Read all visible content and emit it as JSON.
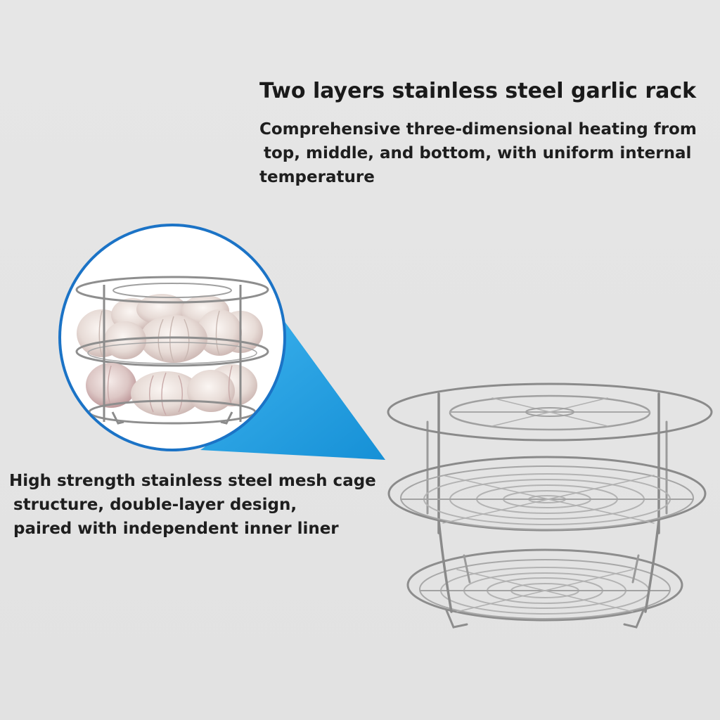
{
  "headline": "Two layers stainless steel garlic rack",
  "top_description": {
    "lines": [
      "Comprehensive three-dimensional heating from",
      "top, middle, and bottom, with uniform internal",
      "temperature"
    ]
  },
  "bottom_description": {
    "lines": [
      "High strength stainless steel mesh cage",
      "structure, double-layer design,",
      "paired with independent inner liner"
    ]
  },
  "colors": {
    "background": "#e4e4e4",
    "accent_blue": "#1a9fe2",
    "circle_border": "#1b73c6",
    "steel": "#9a9a9a",
    "garlic": "#efe6e2"
  }
}
